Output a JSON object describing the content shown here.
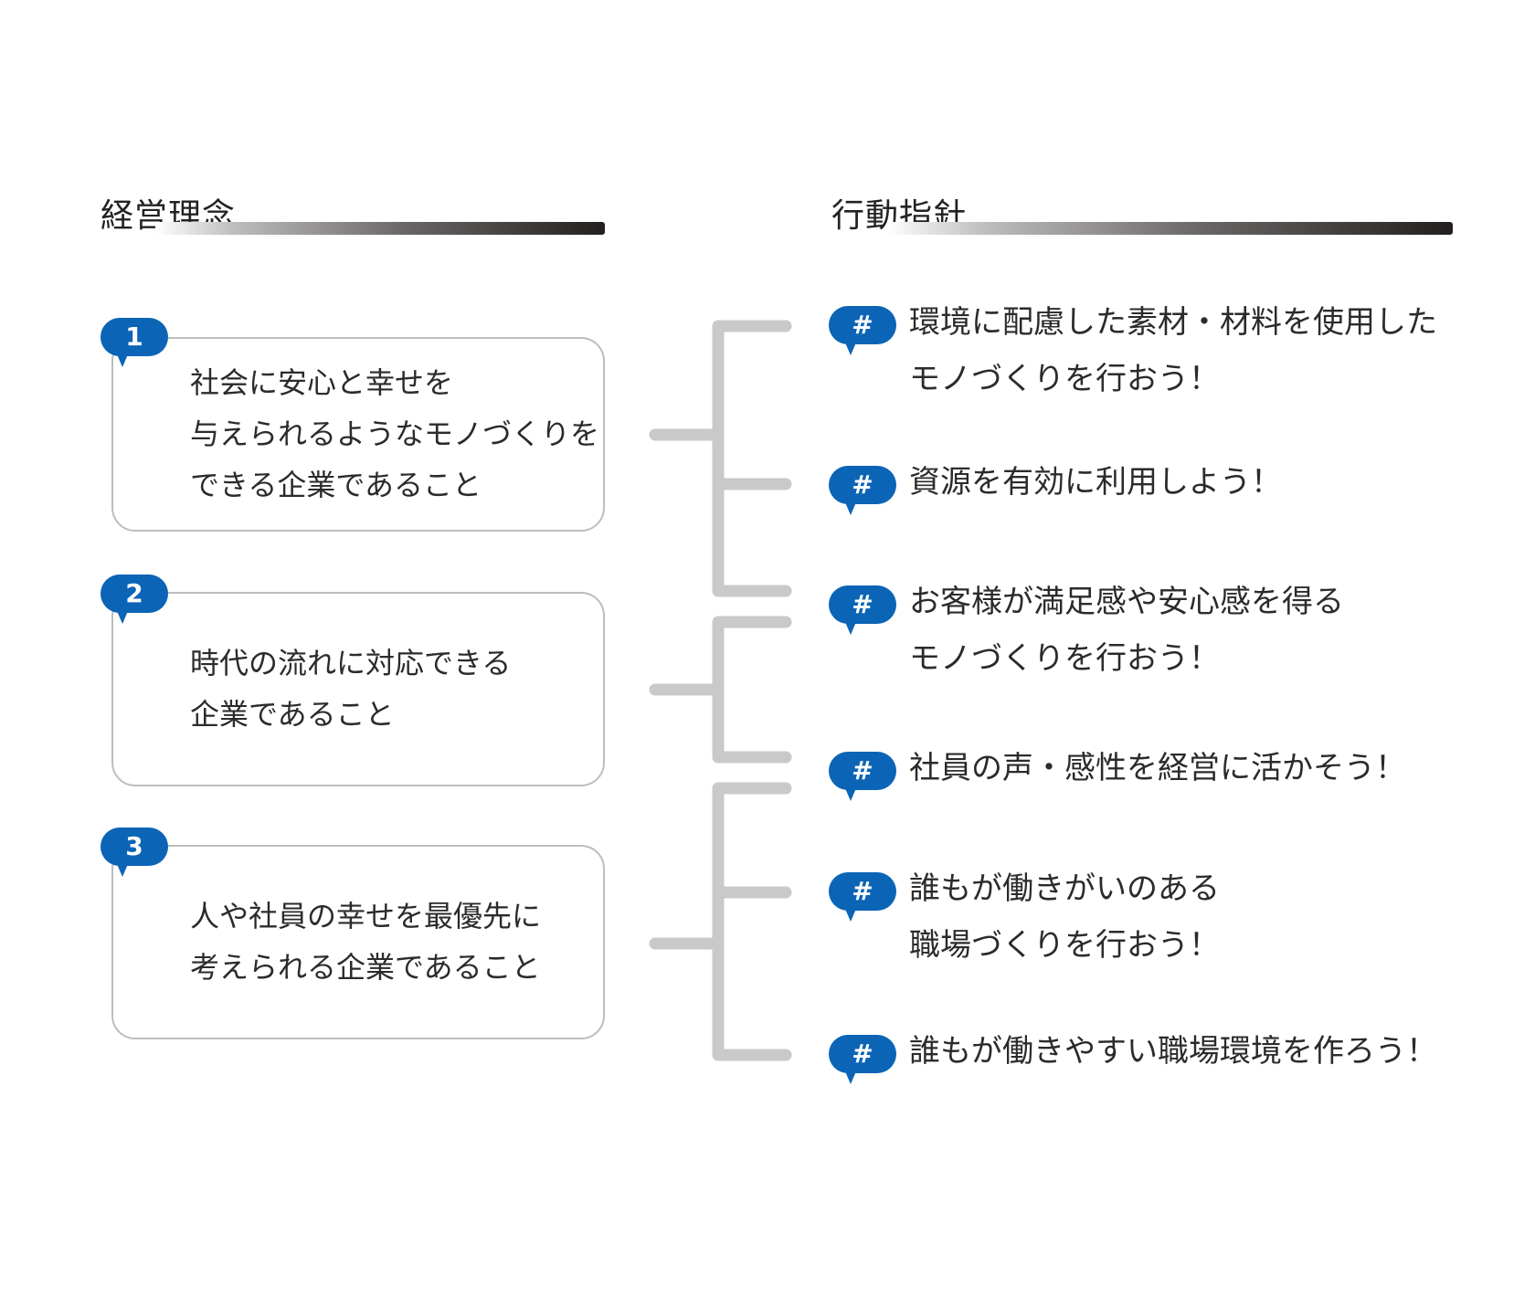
{
  "philosophy": {
    "heading": "経営理念",
    "items": [
      {
        "number": "1",
        "lines": [
          "社会に安心と幸せを",
          "与えられるようなモノづくりを",
          "できる企業であること"
        ]
      },
      {
        "number": "2",
        "lines": [
          "時代の流れに対応できる",
          "企業であること"
        ]
      },
      {
        "number": "3",
        "lines": [
          "人や社員の幸せを最優先に",
          "考えられる企業であること"
        ]
      }
    ]
  },
  "guidelines": {
    "heading": "行動指針",
    "badge": "#",
    "items": [
      {
        "lines": [
          "環境に配慮した素材・材料を使用した",
          "モノづくりを行おう！"
        ]
      },
      {
        "lines": [
          "資源を有効に利用しよう！"
        ]
      },
      {
        "lines": [
          "お客様が満足感や安心感を得る",
          "モノづくりを行おう！"
        ]
      },
      {
        "lines": [
          "社員の声・感性を経営に活かそう！"
        ]
      },
      {
        "lines": [
          "誰もが働きがいのある",
          "職場づくりを行おう！"
        ]
      },
      {
        "lines": [
          "誰もが働きやすい職場環境を作ろう！"
        ]
      }
    ]
  },
  "colors": {
    "badge_blue": "#0b64b6",
    "connector_gray": "#c9c9c9",
    "card_border": "#bdbdbd"
  }
}
